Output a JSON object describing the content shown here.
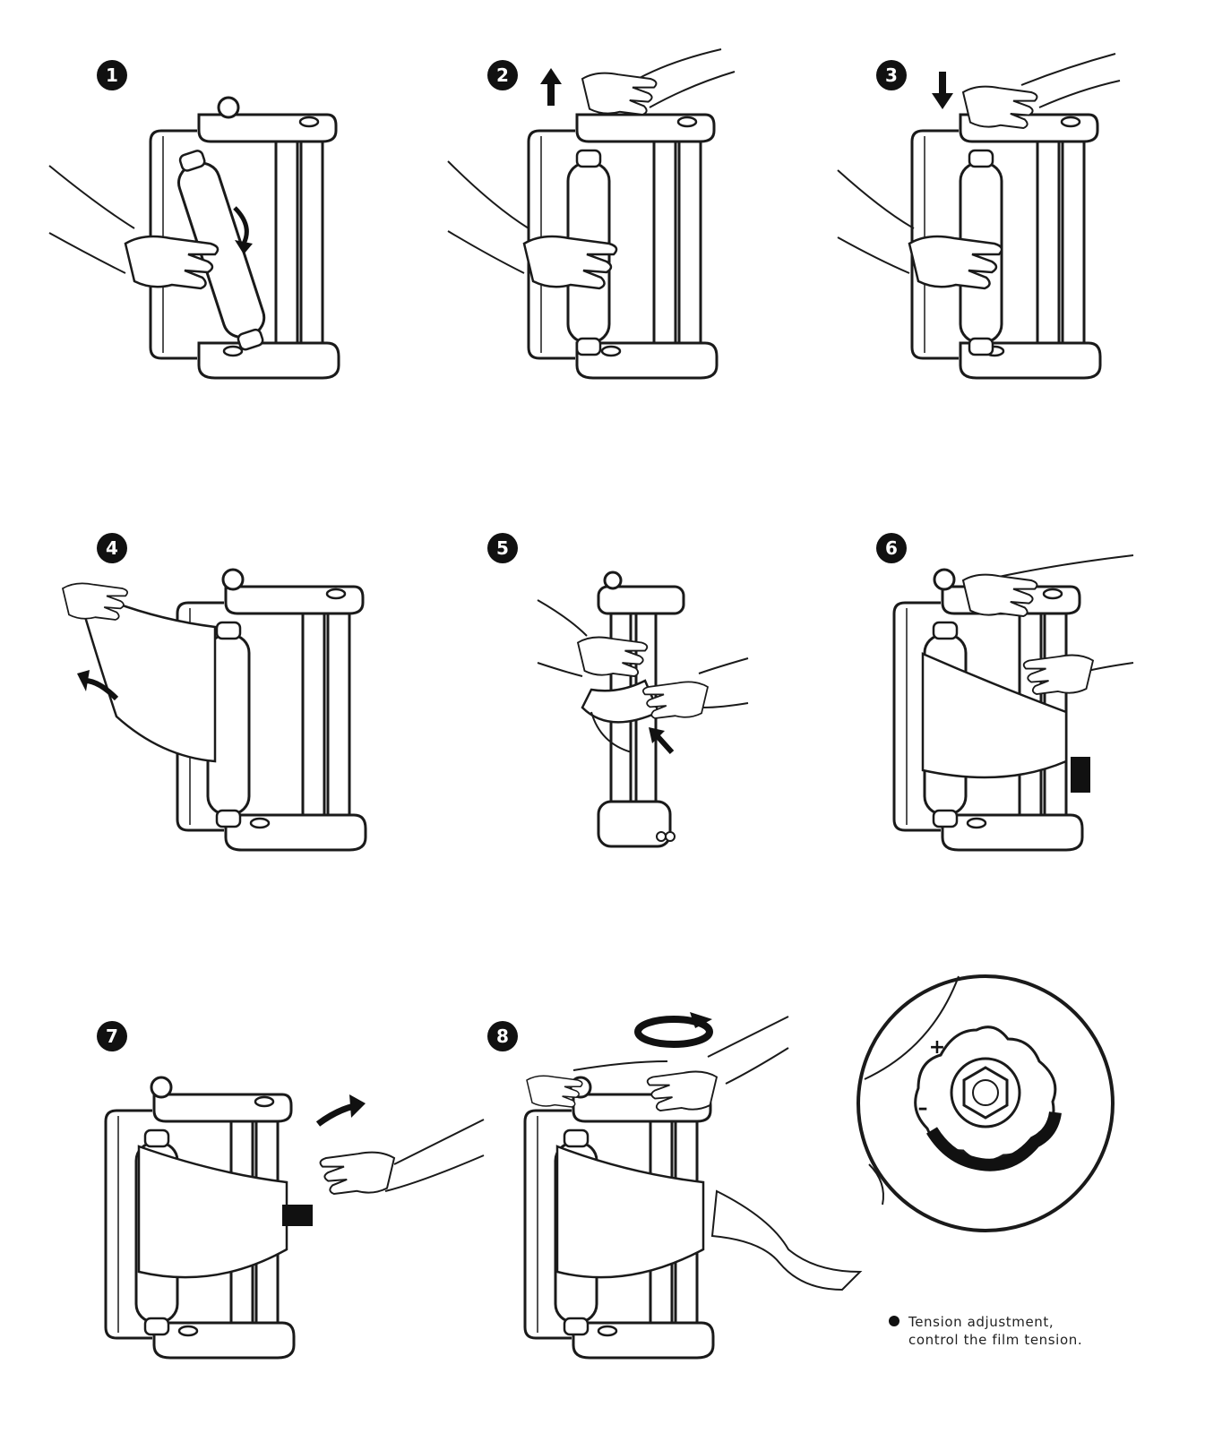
{
  "steps": [
    {
      "label": "1"
    },
    {
      "label": "2"
    },
    {
      "label": "3"
    },
    {
      "label": "4"
    },
    {
      "label": "5"
    },
    {
      "label": "6"
    },
    {
      "label": "7"
    },
    {
      "label": "8"
    }
  ],
  "detail": {
    "plus_sign": "+",
    "minus_sign": "–",
    "note_line1": "Tension adjustment,",
    "note_line2": "control the film tension."
  },
  "colors": {
    "stroke": "#1a1a1a",
    "badge": "#111111",
    "fill": "#ffffff"
  },
  "icons": [
    "arrow-rotate-icon",
    "arrow-up-icon",
    "arrow-down-icon",
    "arrow-pull-icon",
    "arrow-push-icon",
    "rotate-cw-icon",
    "tension-knob-icon"
  ]
}
